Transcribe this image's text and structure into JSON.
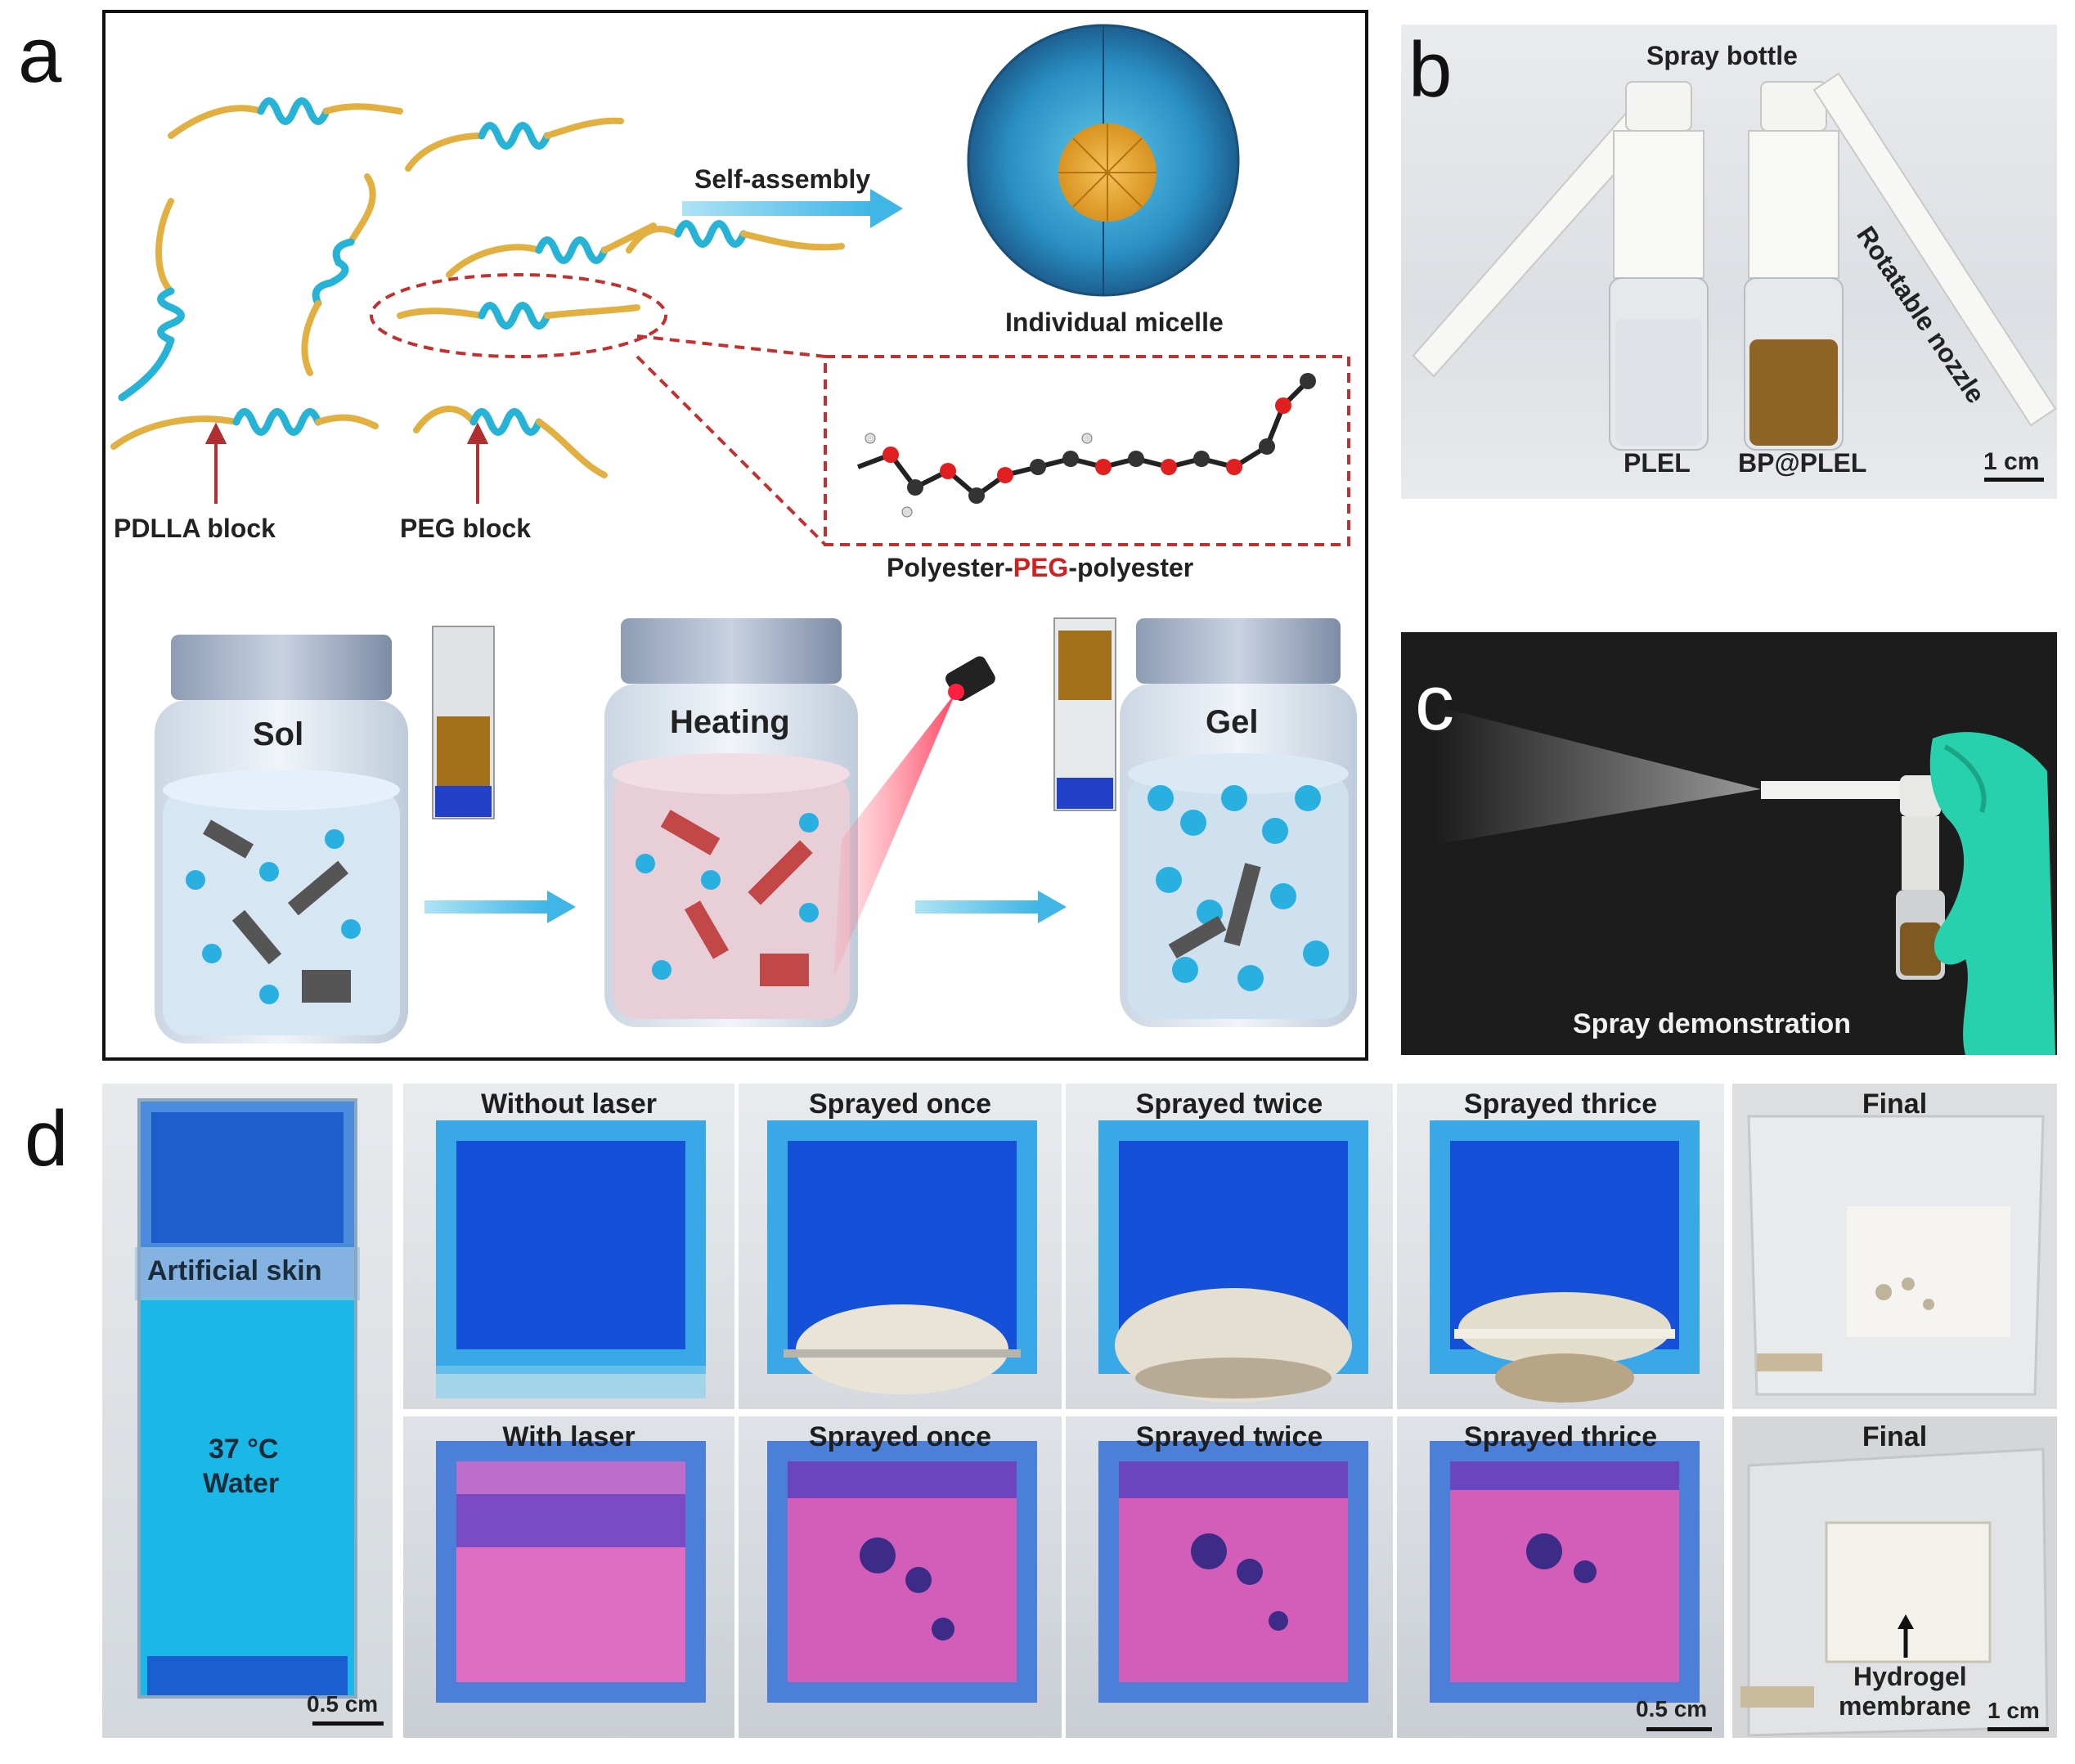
{
  "panels": {
    "a": {
      "label": "a",
      "self_assembly": "Self-assembly",
      "individual_micelle": "Individual micelle",
      "pdlla_block": "PDLLA block",
      "peg_block": "PEG block",
      "polymer_prefix": "Polyester-",
      "polymer_peg": "PEG",
      "polymer_suffix": "-polyester",
      "sol": "Sol",
      "heating": "Heating",
      "gel": "Gel"
    },
    "b": {
      "label": "b",
      "spray_bottle": "Spray bottle",
      "rotatable_nozzle": "Rotatable nozzle",
      "plel": "PLEL",
      "bp_plel": "BP@PLEL",
      "scale": "1 cm"
    },
    "c": {
      "label": "c",
      "caption": "Spray demonstration"
    },
    "d": {
      "label": "d",
      "artificial_skin": "Artificial skin",
      "temp": "37 °C",
      "water": "Water",
      "scale_left": "0.5 cm",
      "top_row": [
        "Without laser",
        "Sprayed once",
        "Sprayed twice",
        "Sprayed thrice"
      ],
      "bottom_row": [
        "With laser",
        "Sprayed once",
        "Sprayed twice",
        "Sprayed thrice"
      ],
      "final_top": "Final",
      "final_bottom": "Final",
      "hydrogel_1": "Hydrogel",
      "hydrogel_2": "membrane",
      "scale_mid": "0.5 cm",
      "scale_right": "1 cm"
    }
  },
  "colors": {
    "peg_helix": "#27b3d6",
    "pdlla_chain": "#e2b040",
    "arrow_blue": "#3fb6e6",
    "red_arrow": "#b03030",
    "dashed_red": "#c23030",
    "cell_blue": "#1450d8",
    "cuvette_cyan": "#19b8e6",
    "laser_pink": "#ff5fb0"
  }
}
